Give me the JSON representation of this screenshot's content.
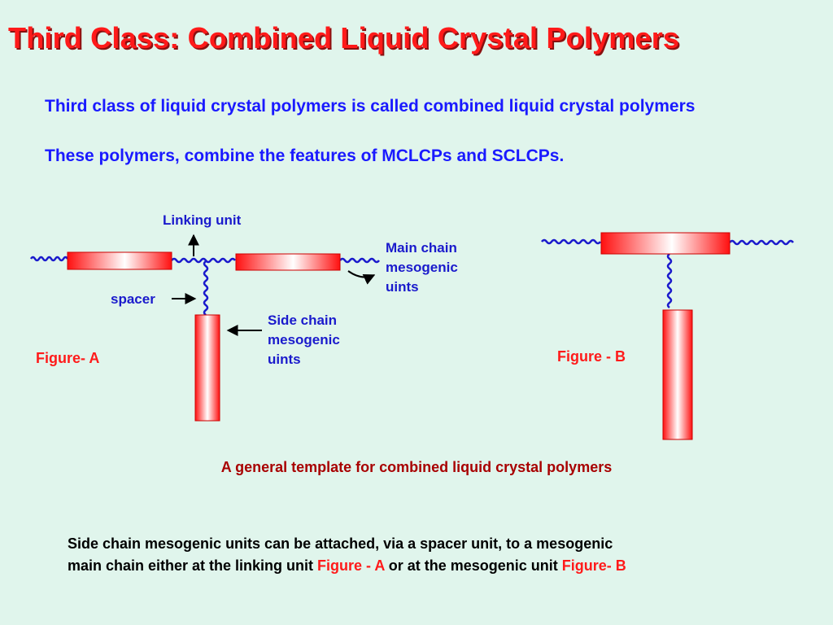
{
  "title": "Third Class: Combined Liquid Crystal Polymers",
  "intro": {
    "line1": "Third class of liquid crystal polymers is called combined liquid crystal polymers",
    "line2": "These polymers, combine the features of MCLCPs and SCLCPs."
  },
  "figure_a": {
    "label": "Figure- A",
    "linking_unit": "Linking unit",
    "main_chain": [
      "Main chain",
      "mesogenic",
      "uints"
    ],
    "spacer": "spacer",
    "side_chain": [
      "Side chain",
      "mesogenic",
      "uints"
    ]
  },
  "figure_b": {
    "label": "Figure - B"
  },
  "caption": "A general template for combined liquid crystal polymers",
  "bottom": {
    "line1": "Side chain mesogenic units can be attached, via a spacer unit, to a mesogenic",
    "line2_a": "main chain either at the linking unit ",
    "line2_b": "Figure - A",
    "line2_c": " or at the mesogenic unit ",
    "line2_d": "Figure- B"
  },
  "colors": {
    "title": "#ff1a1a",
    "intro": "#1a1aff",
    "caption": "#a80000",
    "chain": "#1a1acc"
  }
}
